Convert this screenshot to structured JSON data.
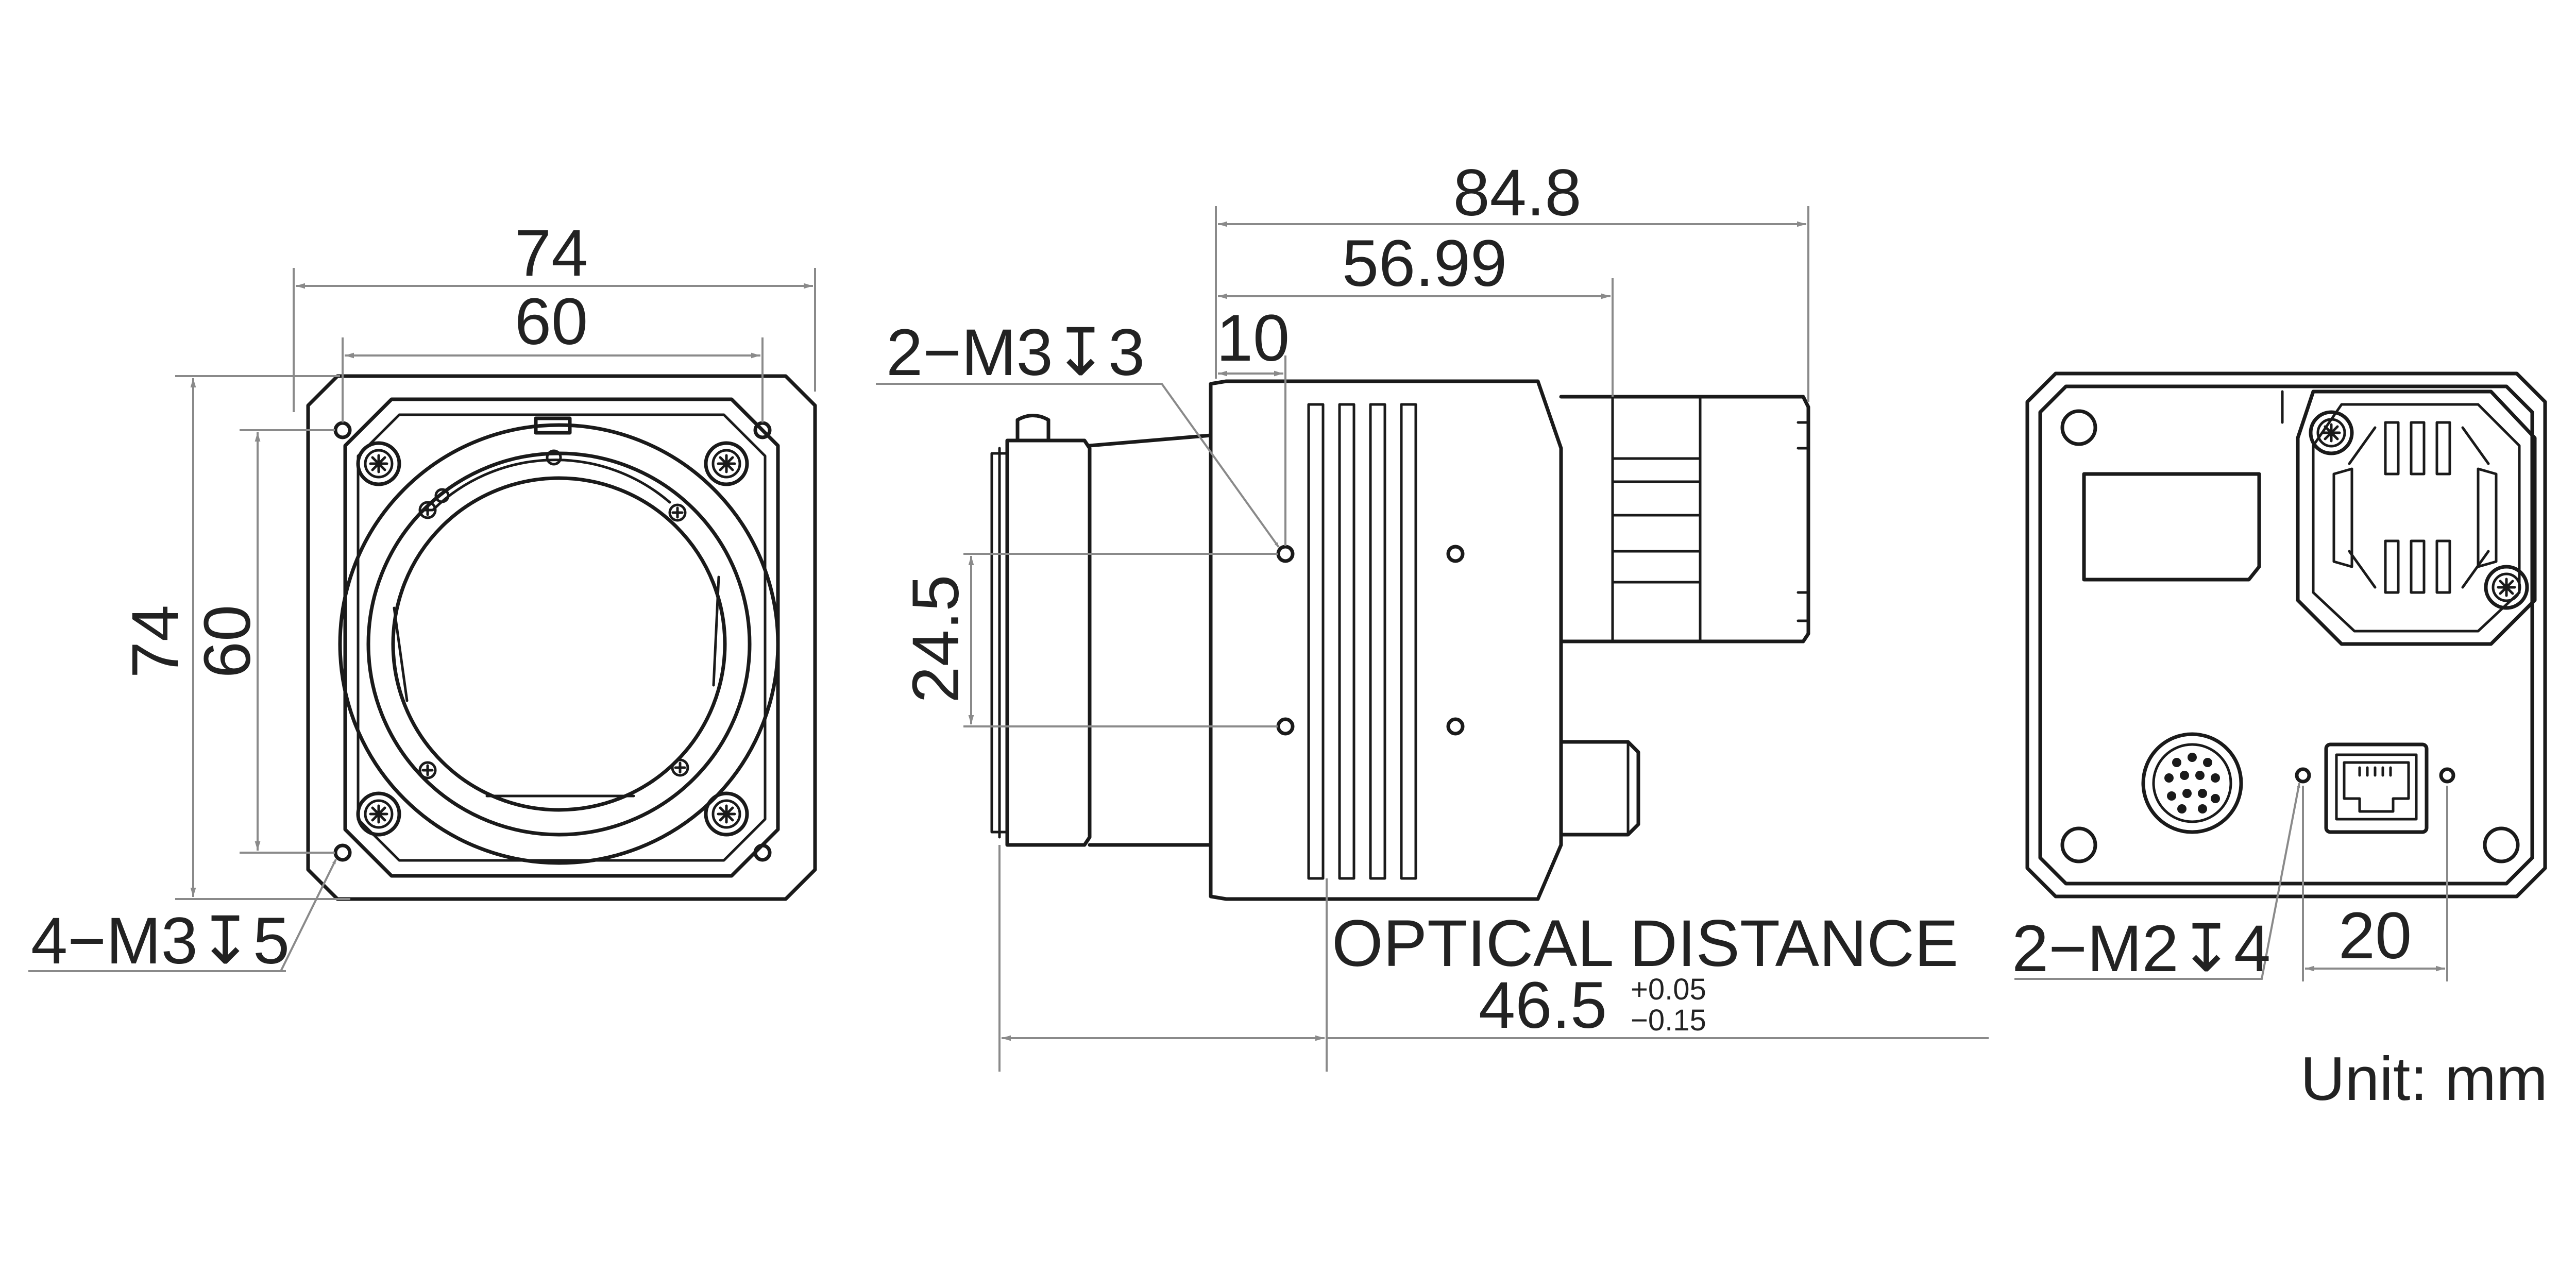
{
  "front_view": {
    "overall_width": "74",
    "hole_spacing_width": "60",
    "overall_height": "74",
    "hole_spacing_height": "60",
    "mount_hole_callout": "4−M3↧5"
  },
  "side_view": {
    "overall_length": "84.8",
    "body_length": "56.99",
    "hole_offset": "10",
    "hole_callout": "2−M3↧3",
    "hole_spacing": "24.5",
    "optical_label": "OPTICAL DISTANCE",
    "optical_value": "46.5",
    "tolerance_upper": "+0.05",
    "tolerance_lower": "−0.15"
  },
  "back_view": {
    "hole_callout": "2−M2↧4",
    "hole_spacing": "20"
  },
  "unit_label": "Unit: mm",
  "colors": {
    "part_line": "#1a1a1a",
    "dimension_line": "#8a8a8a",
    "background": "#ffffff"
  },
  "icons": [
    "torx-screw-icon",
    "rj45-port-icon",
    "circular-connector-icon"
  ]
}
